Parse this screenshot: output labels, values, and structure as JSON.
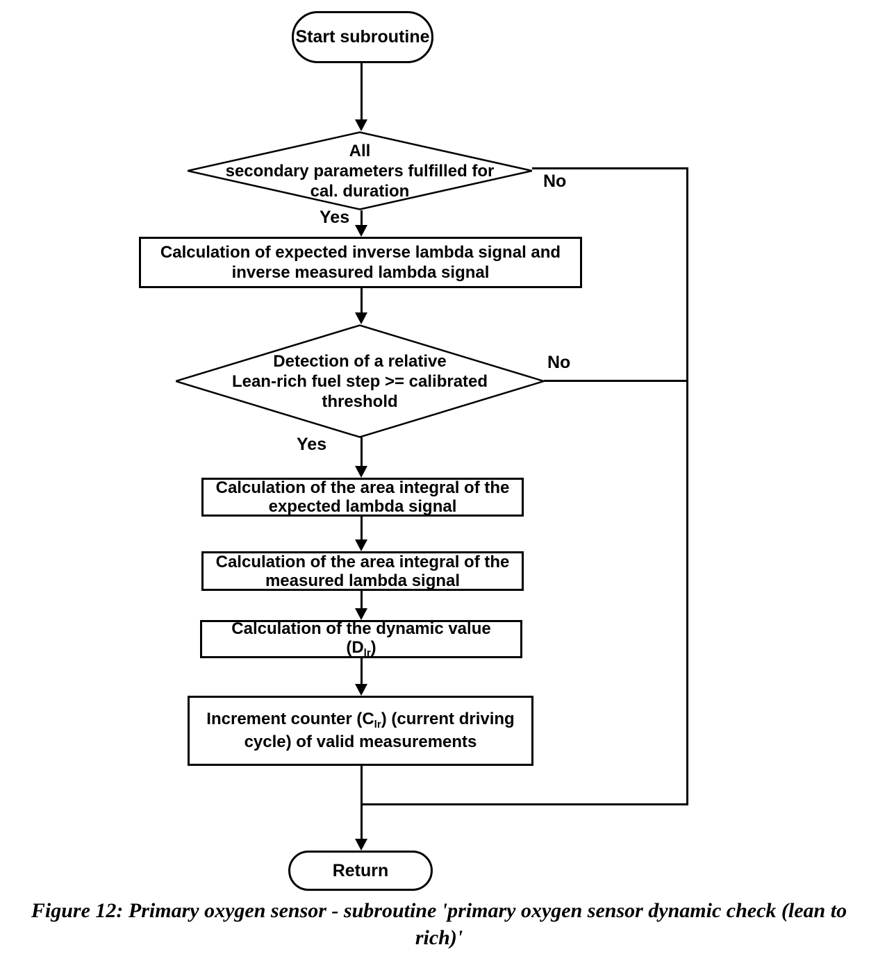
{
  "caption": "Figure 12: Primary oxygen sensor - subroutine 'primary oxygen sensor dynamic check (lean to\nrich)'",
  "nodes": {
    "start": "Start subroutine",
    "decision_params": "All\nsecondary parameters fulfilled for\ncal. duration",
    "calc_inverse": "Calculation of expected inverse lambda signal and\ninverse measured lambda signal",
    "decision_step": "Detection of a relative\nLean-rich fuel step >= calibrated\nthreshold",
    "area_expected": "Calculation of the area integral of the\nexpected lambda signal",
    "area_measured": "Calculation of the area integral of the\nmeasured lambda signal",
    "dynamic_value": {
      "text": "Calculation of the dynamic value\n(D",
      "sub": "lr",
      "suffix": ")"
    },
    "increment_counter": {
      "prefix": "Increment counter (C",
      "sub": "lr",
      "suffix": ") (current driving\ncycle) of valid measurements"
    },
    "end": "Return"
  },
  "edge_labels": {
    "no1": "No",
    "yes1": "Yes",
    "no2": "No",
    "yes2": "Yes"
  },
  "colors": {
    "line": "#000000",
    "background": "#ffffff",
    "text": "#000000"
  }
}
